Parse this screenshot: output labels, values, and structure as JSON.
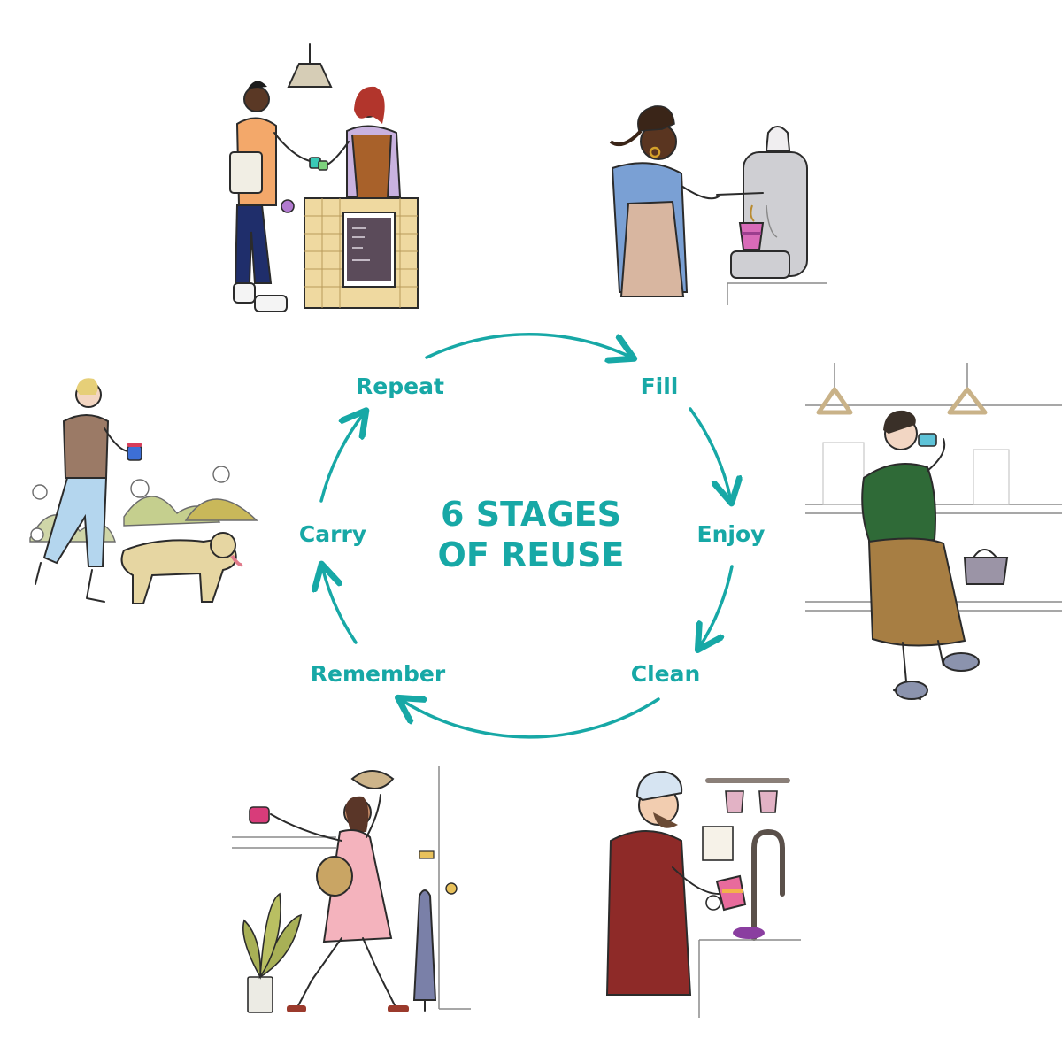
{
  "diagram": {
    "title_line1": "6 STAGES",
    "title_line2": "OF REUSE",
    "stages": [
      "Fill",
      "Enjoy",
      "Clean",
      "Remember",
      "Carry",
      "Repeat"
    ]
  },
  "colors": {
    "accent": "#17a8a6",
    "cup_pink": "#d86bb8",
    "cup_blue": "#3d6fd6",
    "cup_teal": "#39c9b6"
  },
  "illustrations": [
    "people-exchanging-cup-at-counter-icon",
    "barista-filling-cup-icon",
    "commuter-drinking-on-train-icon",
    "man-washing-cup-at-sink-icon",
    "woman-leaving-home-with-cup-icon",
    "woman-walking-dog-with-cup-icon"
  ]
}
